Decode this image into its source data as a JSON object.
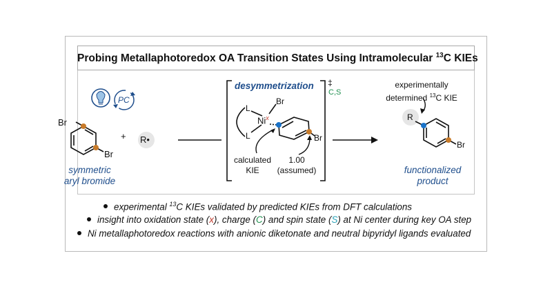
{
  "title": {
    "prefix": "Probing Metallaphotoredox OA Transition States Using Intramolecular ",
    "sup": "13",
    "suffix": "C KIEs"
  },
  "left": {
    "br_top": "Br",
    "br_bottom": "Br",
    "plus": "+",
    "radical": "R•",
    "pc": "PC",
    "caption_line1": "symmetric",
    "caption_line2": "aryl bromide"
  },
  "center": {
    "header": "desymmetrization",
    "dagger": "‡",
    "cs": "C,S",
    "ligand_top": "L",
    "ligand_bottom": "L",
    "ni": "Ni",
    "ni_superscript": "x",
    "br_ni": "Br",
    "br_ring": "Br",
    "calc_line1": "calculated",
    "calc_line2": "KIE",
    "assumed_line1": "1.00",
    "assumed_line2": "(assumed)"
  },
  "right": {
    "annotation_line1": "experimentally",
    "annotation_line2_prefix": "determined ",
    "annotation_sup": "13",
    "annotation_line2_suffix": "C KIE",
    "r_label": "R",
    "br_label": "Br",
    "caption_line1": "functionalized",
    "caption_line2": "product"
  },
  "bullets": [
    {
      "pre": "experimental ",
      "sup": "13",
      "post": "C KIEs validated by predicted KIEs from DFT calculations"
    },
    {
      "pre": "insight into oxidation state (",
      "x": "x",
      "mid1": "), charge (",
      "c": "C",
      "mid2": ") and spin state (",
      "s": "S",
      "post": ") at Ni center during key OA step"
    },
    {
      "pre": "Ni metallaphotoredox reactions with anionic diketonate and neutral bipyridyl ligands evaluated"
    }
  ],
  "colors": {
    "blue": "#1f4e8c",
    "bright_blue": "#1a73c9",
    "orange": "#c87b2a",
    "green": "#1e8f4e",
    "red_x": "#c0392b",
    "teal_s": "#2aa3b8"
  }
}
